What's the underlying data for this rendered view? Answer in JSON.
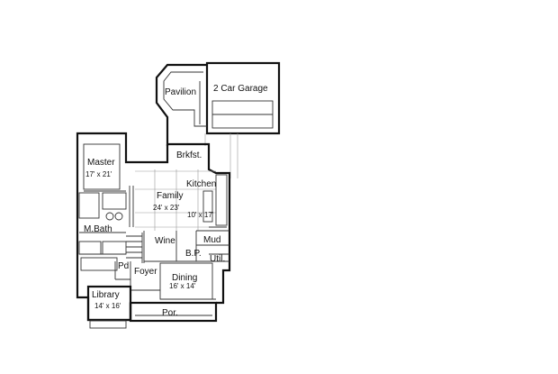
{
  "rooms": {
    "garage": {
      "name": "2 Car Garage"
    },
    "pavilion": {
      "name": "Pavilion"
    },
    "breakfast": {
      "name": "Brkfst."
    },
    "master": {
      "name": "Master",
      "size": "17' x 21'"
    },
    "kitchen": {
      "name": "Kitchen",
      "size": "10' x 17'"
    },
    "family": {
      "name": "Family",
      "size": "24' x 23'"
    },
    "master_bath": {
      "name": "M.Bath"
    },
    "wine": {
      "name": "Wine"
    },
    "mud": {
      "name": "Mud"
    },
    "butler_pantry": {
      "name": "B.P."
    },
    "utility": {
      "name": "Util."
    },
    "powder": {
      "name": "Pd"
    },
    "foyer": {
      "name": "Foyer"
    },
    "dining": {
      "name": "Dining",
      "size": "16' x 14'"
    },
    "library": {
      "name": "Library",
      "size": "14' x 16'"
    },
    "porch": {
      "name": "Por."
    }
  }
}
